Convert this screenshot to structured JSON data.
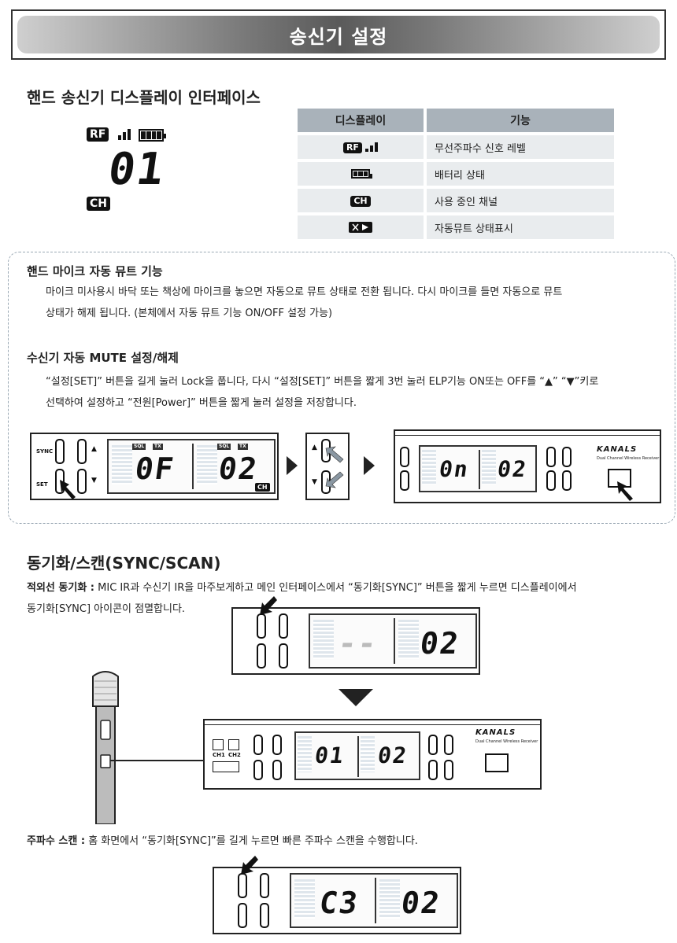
{
  "banner": {
    "title": "송신기 설정"
  },
  "section1": {
    "title": "핸드 송신기 디스플레이 인터페이스",
    "display": {
      "rf": "RF",
      "channel": "01",
      "ch": "CH"
    },
    "table": {
      "head": [
        "디스플레이",
        "기능"
      ],
      "rows": [
        {
          "icon": "RF",
          "label": "무선주파수 신호 레벨"
        },
        {
          "icon": "",
          "label": "배터리 상태"
        },
        {
          "icon": "CH",
          "label": "사용 중인 채널"
        },
        {
          "icon": "",
          "label": "자동뮤트 상태표시"
        }
      ]
    }
  },
  "section2": {
    "title": "핸드 마이크 자동 뮤트 기능",
    "line1": "마이크 미사용시 바닥 또는 책상에 마이크를 놓으면 자동으로 뮤트 상태로 전환 됩니다. 다시 마이크를 들면 자동으로 뮤트",
    "line2": "상태가 해제 됩니다. (본체에서 자동 뮤트 기능 ON/OFF 설정 가능)"
  },
  "section3": {
    "title": "수신기 자동 MUTE 설정/해제",
    "line1": "“설정[SET]” 버튼을 길게 눌러 Lock을 풉니다, 다시 “설정[SET]” 버튼을 짧게 3번 눌러 ELP기능 ON또는 OFF를 “▲” “▼”키로",
    "line2": "선택하여 설정하고 “전원[Power]” 버튼을 짧게 눌러 설정을 저장합니다.",
    "panelA": {
      "sync": "SYNC",
      "set": "SET",
      "sql": "SQL",
      "tx": "TX",
      "left": "0F",
      "right": "02",
      "ch": "CH"
    },
    "panelB": {
      "left": "0n",
      "right": "02",
      "brand": "KANALS",
      "brand_sub": "Dual Channel Wireless Receiver"
    }
  },
  "section4": {
    "title": "동기화/스캔(SYNC/SCAN)",
    "ir_label": "적외선 동기화 :",
    "ir_line1": " MIC IR과 수신기 IR을 마주보게하고 메인 인터페이스에서 “동기화[SYNC]” 버튼을 짧게 누르면 디스플레이에서",
    "ir_line2": "동기화[SYNC] 아이콘이 점멸합니다.",
    "panelC": {
      "left": "--",
      "right": "02"
    },
    "panelD": {
      "left": "01",
      "right": "02",
      "ch1": "CH1",
      "ch2": "CH2"
    },
    "scan_label": "주파수 스캔 :",
    "scan_line": " 홈 화면에서 “동기화[SYNC]”를 길게 누르면 빠른 주파수 스캔을 수행합니다.",
    "panelE": {
      "left": "C3",
      "right": "02"
    }
  }
}
